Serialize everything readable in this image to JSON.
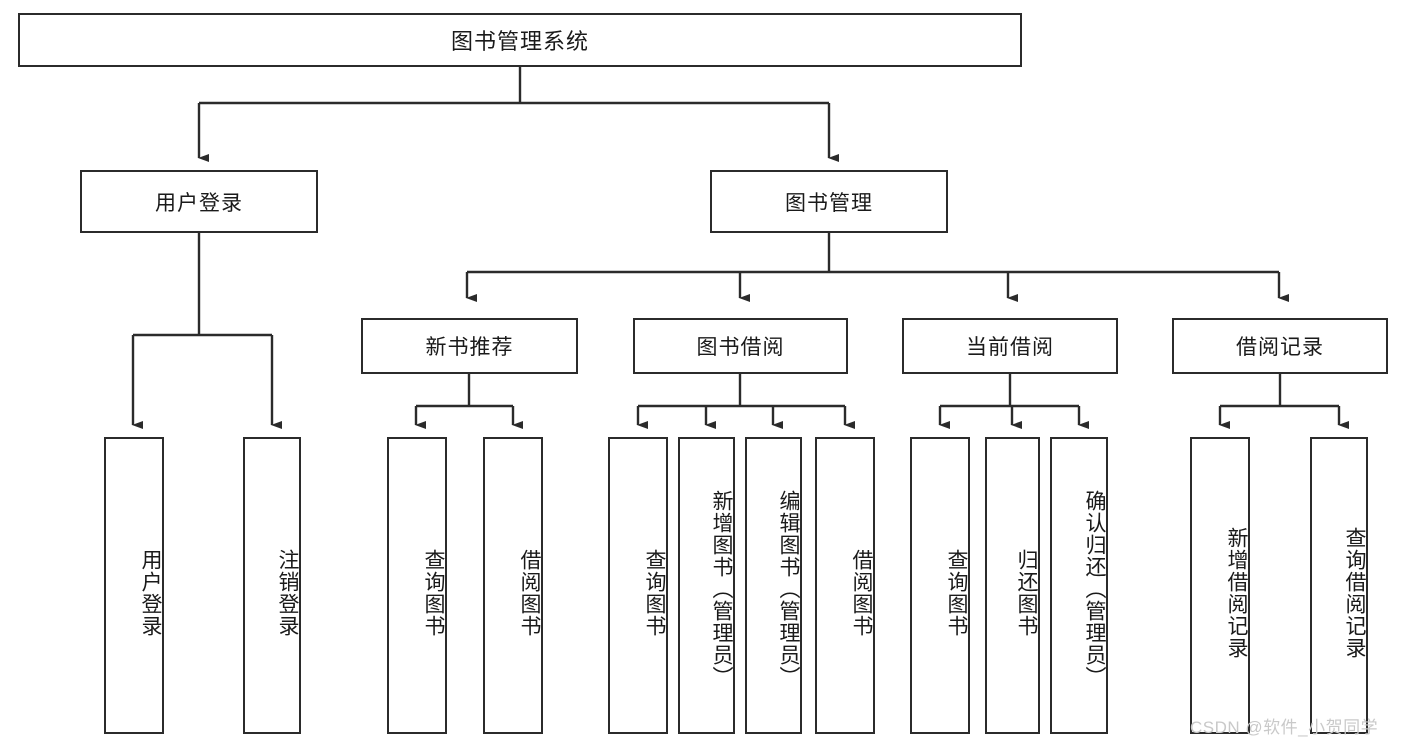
{
  "diagram": {
    "title": "图书管理系统",
    "type": "hierarchy-tree",
    "root": {
      "id": "root",
      "label": "图书管理系统"
    },
    "level2": [
      {
        "id": "user-login",
        "label": "用户登录"
      },
      {
        "id": "book-manage",
        "label": "图书管理"
      }
    ],
    "level3": [
      {
        "id": "new-book-recommend",
        "label": "新书推荐"
      },
      {
        "id": "book-borrow",
        "label": "图书借阅"
      },
      {
        "id": "current-borrow",
        "label": "当前借阅"
      },
      {
        "id": "borrow-record",
        "label": "借阅记录"
      }
    ],
    "leaves": [
      {
        "id": "leaf-user-login",
        "label": "用户登录",
        "parent": "user-login"
      },
      {
        "id": "leaf-logout-login",
        "label": "注销登录",
        "parent": "user-login"
      },
      {
        "id": "leaf-query-book-1",
        "label": "查询图书",
        "parent": "new-book-recommend"
      },
      {
        "id": "leaf-borrow-book-1",
        "label": "借阅图书",
        "parent": "new-book-recommend"
      },
      {
        "id": "leaf-query-book-2",
        "label": "查询图书",
        "parent": "book-borrow"
      },
      {
        "id": "leaf-add-book",
        "label": "新增图书（管理员）",
        "parent": "book-borrow"
      },
      {
        "id": "leaf-edit-book",
        "label": "编辑图书（管理员）",
        "parent": "book-borrow"
      },
      {
        "id": "leaf-borrow-book-2",
        "label": "借阅图书",
        "parent": "book-borrow"
      },
      {
        "id": "leaf-query-book-3",
        "label": "查询图书",
        "parent": "current-borrow"
      },
      {
        "id": "leaf-return-book",
        "label": "归还图书",
        "parent": "current-borrow"
      },
      {
        "id": "leaf-confirm-return",
        "label": "确认归还（管理员）",
        "parent": "current-borrow"
      },
      {
        "id": "leaf-add-record",
        "label": "新增借阅记录",
        "parent": "borrow-record"
      },
      {
        "id": "leaf-query-record",
        "label": "查询借阅记录",
        "parent": "borrow-record"
      }
    ],
    "watermark": "CSDN @软件_小贺同学",
    "colors": {
      "stroke": "#2b2b2b",
      "fill": "#ffffff",
      "text": "#1a1a1a",
      "watermark": "#c9c9c9"
    }
  }
}
